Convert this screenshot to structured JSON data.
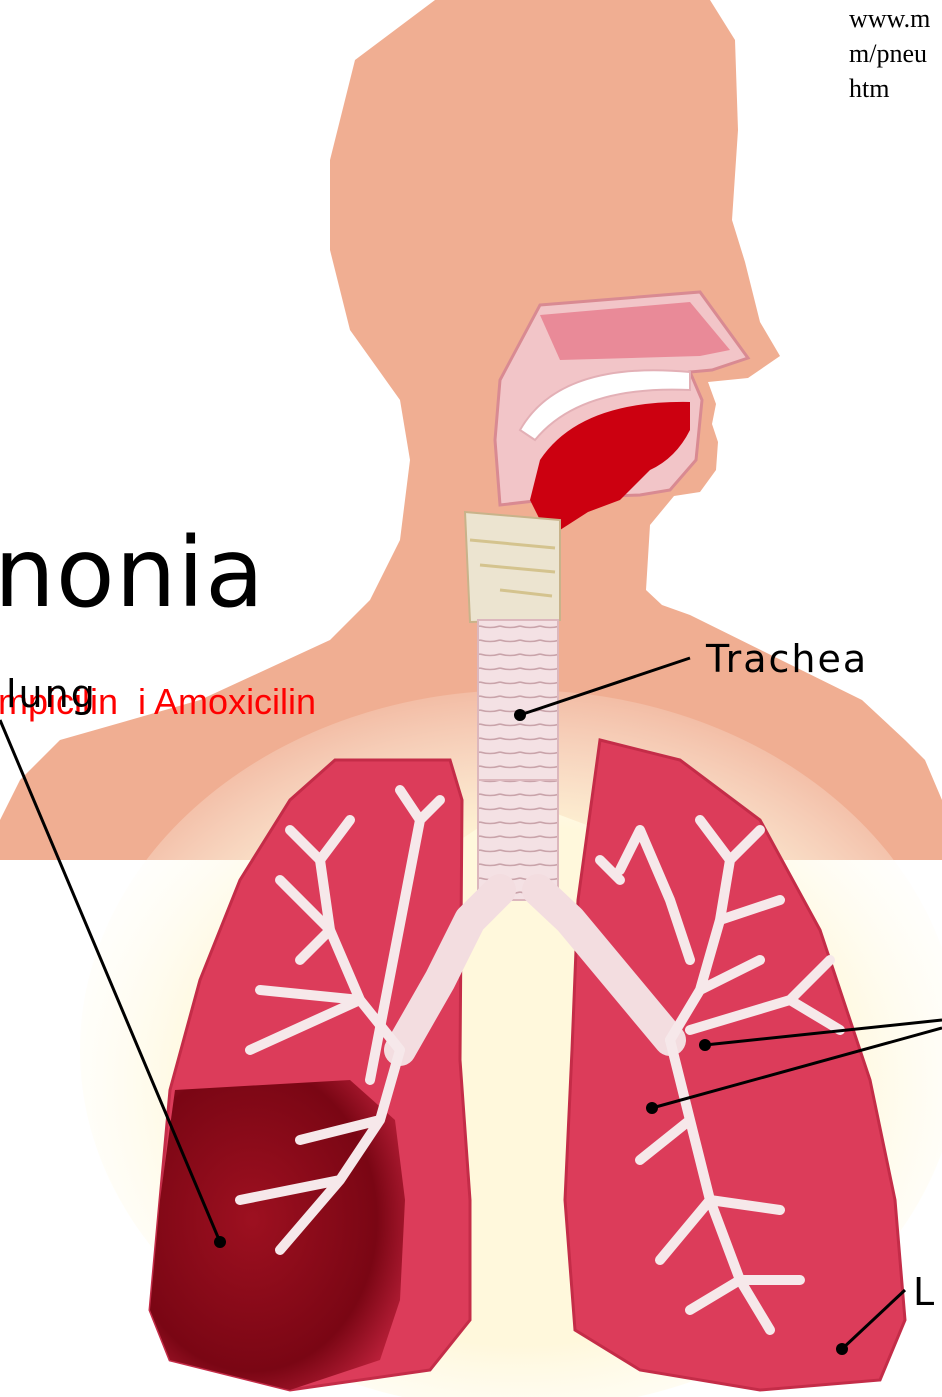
{
  "source": {
    "line1": "www.m",
    "line2": "m/pneu",
    "line3": "htm"
  },
  "title_fragment": "nonia",
  "subtitle_fragment": "mpicilin  i Amoxicilin",
  "labels": {
    "trachea": "Trachea",
    "lung": "lung",
    "left_cut": "L"
  },
  "colors": {
    "skin": "#f0ae92",
    "lung": "#dc3c5a",
    "lung_infected": "#8a0a1a",
    "airway": "#f3dde0",
    "mouth": "#cc0010",
    "subtitle": "#ff0000"
  }
}
